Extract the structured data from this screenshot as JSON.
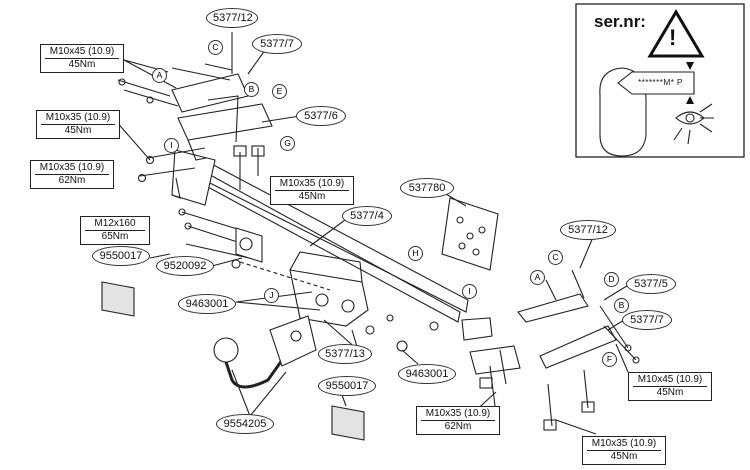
{
  "part_numbers": {
    "p5377_12_top": "5377/12",
    "p5377_7_top": "5377/7",
    "p5377_6": "5377/6",
    "p537780": "537780",
    "p5377_4": "5377/4",
    "p5377_12_right": "5377/12",
    "p5377_5": "5377/5",
    "p5377_7_right": "5377/7",
    "p9550017_left": "9550017",
    "p9520092": "9520092",
    "p9463001_left": "9463001",
    "p5377_13": "5377/13",
    "p9463001_right": "9463001",
    "p9550017_bottom": "9550017",
    "p9554205": "9554205"
  },
  "specs": {
    "s1": {
      "bolt": "M10x45 (10.9)",
      "torque": "45Nm"
    },
    "s2": {
      "bolt": "M10x35 (10.9)",
      "torque": "45Nm"
    },
    "s3": {
      "bolt": "M10x35 (10.9)",
      "torque": "62Nm"
    },
    "s4": {
      "bolt": "M10x35 (10.9)",
      "torque": "45Nm"
    },
    "s5": {
      "bolt": "M12x160",
      "torque": "65Nm"
    },
    "s6": {
      "bolt": "M10x45 (10.9)",
      "torque": "45Nm"
    },
    "s7": {
      "bolt": "M10x35 (10.9)",
      "torque": "62Nm"
    },
    "s8": {
      "bolt": "M10x35 (10.9)",
      "torque": "45Nm"
    }
  },
  "letters": [
    "A",
    "B",
    "C",
    "D",
    "E",
    "F",
    "G",
    "H",
    "I",
    "J"
  ],
  "inset": {
    "title": "ser.nr:",
    "serial_text": "*******M* P",
    "icons": [
      "warning-icon",
      "eye-icon"
    ]
  }
}
